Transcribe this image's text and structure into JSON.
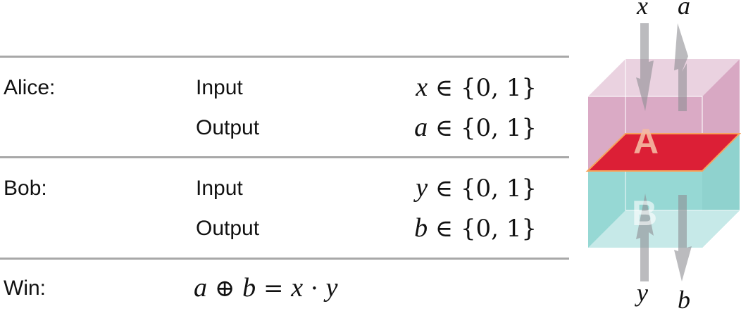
{
  "rows": [
    {
      "party": "Alice:",
      "input_label": "Input",
      "input_var": "x",
      "output_label": "Output",
      "output_var": "a",
      "set": "∈ {0, 1}"
    },
    {
      "party": "Bob:",
      "input_label": "Input",
      "input_var": "y",
      "output_label": "Output",
      "output_var": "b",
      "set": "∈ {0, 1}"
    }
  ],
  "win": {
    "label": "Win:",
    "formula": {
      "a": "a",
      "xor": "⊕",
      "b": "b",
      "eq": "=",
      "x": "x",
      "dot": "·",
      "y": "y"
    }
  },
  "diagram": {
    "top_label": "A",
    "bottom_label": "B",
    "arrows": {
      "x": "x",
      "a": "a",
      "y": "y",
      "b": "b"
    }
  },
  "colors": {
    "alice": "#d9a9c4",
    "bob": "#96d8d4",
    "plane": "#dc1f36",
    "edge": "#f7a35c",
    "arrow": "#a9a9ac",
    "rule": "#a8a8a8"
  }
}
